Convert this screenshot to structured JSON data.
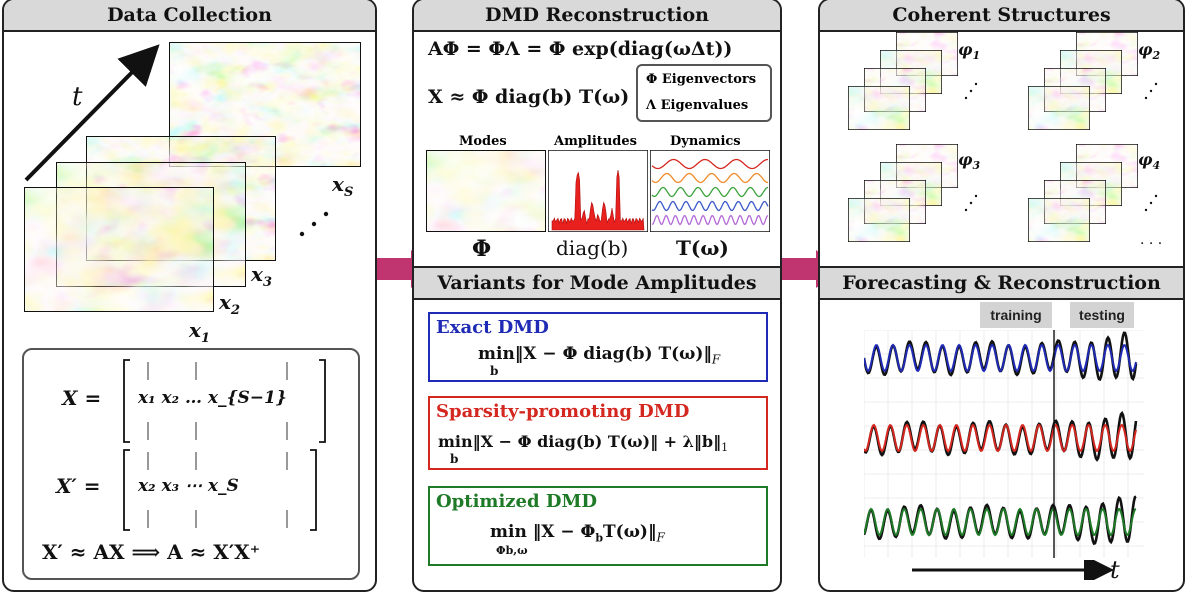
{
  "panels": {
    "data_collection": "Data Collection",
    "dmd_reconstruction": "DMD Reconstruction",
    "coherent_structures": "Coherent Structures",
    "variants": "Variants for Mode Amplitudes",
    "forecasting": "Forecasting & Reconstruction"
  },
  "data_collection": {
    "t_label": "t",
    "x_s": "x",
    "x_s_sub": "S",
    "x3": "x",
    "x3_sub": "3",
    "x2": "x",
    "x2_sub": "2",
    "x1": "x",
    "x1_sub": "1",
    "dots": "·",
    "eq1_lhs": "X =",
    "eq1_row": "x₁  x₂  …  x_{S−1}",
    "eq2_lhs": "X′ =",
    "eq2_row": "x₂  x₃  ⋯  x_S",
    "eq3": "X′ ≈ AX  ⟹  A ≈ X′X⁺"
  },
  "dmd": {
    "eq1": "AΦ = ΦΛ = Φ exp(diag(ωΔt))",
    "eq2": "X ≈ Φ diag(b) T(ω)",
    "legend_phi": "Φ Eigenvectors",
    "legend_lambda": "Λ Eigenvalues",
    "col_modes": "Modes",
    "col_amplitudes": "Amplitudes",
    "col_dynamics": "Dynamics",
    "sym_phi": "Φ",
    "sym_diag": "diag(b)",
    "sym_T": "T(ω)"
  },
  "variants": {
    "exact_title": "Exact DMD",
    "exact_eq": "min‖X − Φ diag(b) T(ω)‖",
    "exact_sub": "b",
    "sparse_title": "Sparsity-promoting DMD",
    "sparse_eq": "min‖X − Φ diag(b) T(ω)‖ + λ‖b‖",
    "sparse_sub": "b",
    "opt_title": "Optimized DMD",
    "opt_eq": "min ‖X − Φ",
    "opt_eq2": "T(ω)‖",
    "opt_sub": "Φb,ω",
    "norm_F": "F",
    "norm_1": "1",
    "b_sub": "b"
  },
  "coherent": {
    "phi1": "φ",
    "phi1_sub": "1",
    "phi2": "φ",
    "phi2_sub": "2",
    "phi3": "φ",
    "phi3_sub": "3",
    "phi4": "φ",
    "phi4_sub": "4",
    "ellipsis": "· · ·"
  },
  "forecast": {
    "training": "training",
    "testing": "testing",
    "t_axis": "t"
  },
  "colors": {
    "magenta": "#c8307f",
    "green": "#5c9e2e",
    "arrow": "#c0356f",
    "blue": "#1f2bb5",
    "red": "#d4271f",
    "dkgreen": "#1f7a28"
  }
}
